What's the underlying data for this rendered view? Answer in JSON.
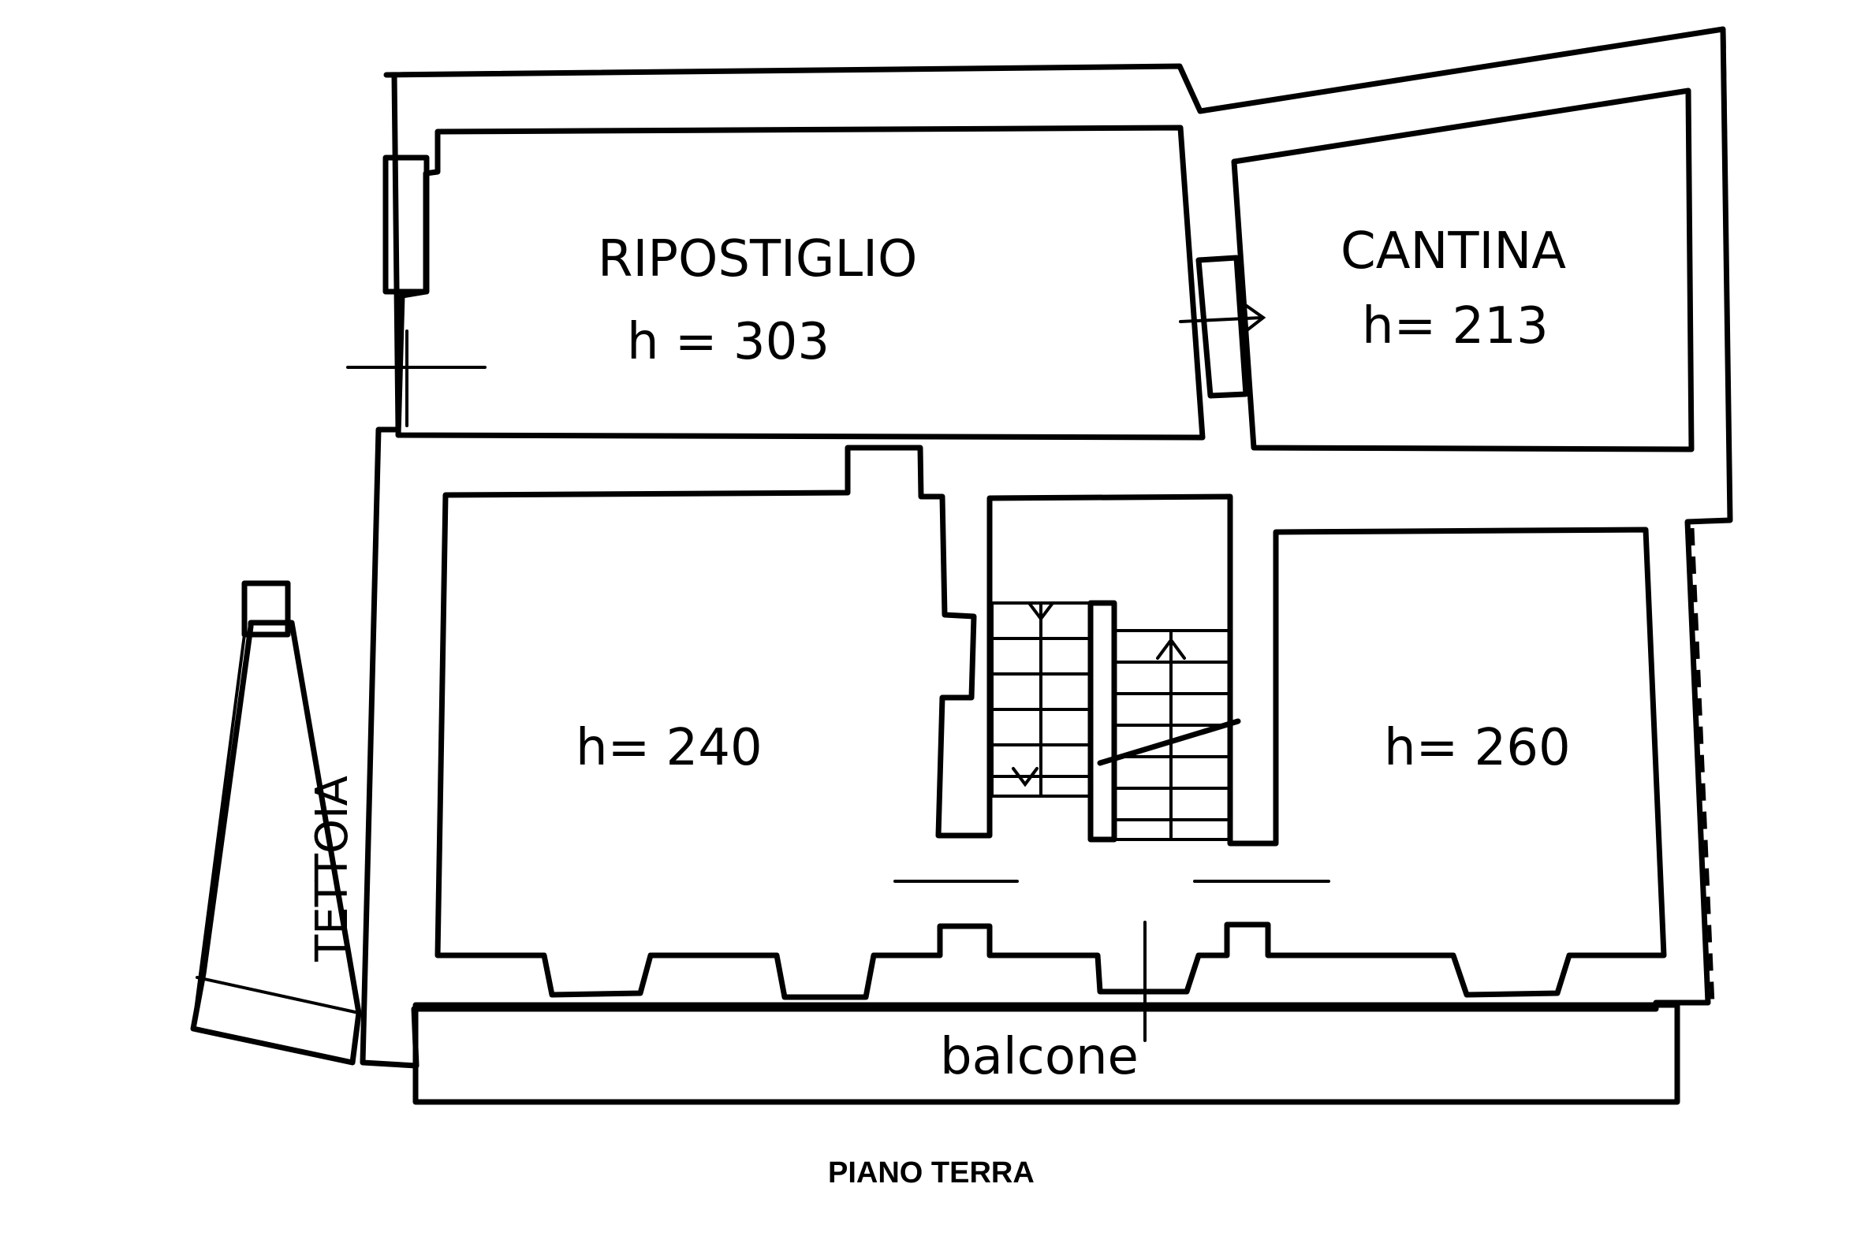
{
  "rooms": {
    "ripostiglio": {
      "name": "RIPOSTIGLIO",
      "height": "h = 303"
    },
    "cantina": {
      "name": "CANTINA",
      "height": "h= 213"
    },
    "left_room": {
      "height": "h= 240"
    },
    "right_room": {
      "height": "h= 260"
    }
  },
  "labels": {
    "tettoia": "TETTOIA",
    "balcone": "balcone"
  },
  "caption": "PIANO TERRA",
  "colors": {
    "line": "#000000",
    "background": "#ffffff"
  }
}
